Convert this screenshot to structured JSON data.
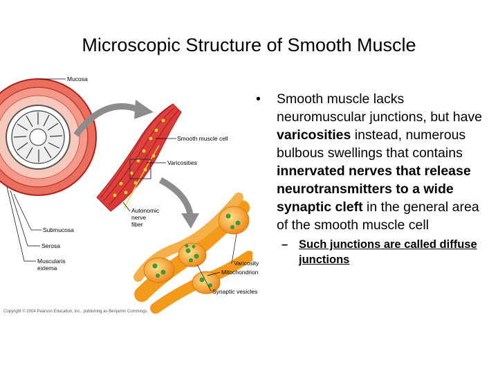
{
  "slide": {
    "title": "Microscopic Structure of Smooth Muscle"
  },
  "figure": {
    "labels": {
      "mucosa": "Mucosa",
      "smooth_muscle_cell": "Smooth muscle cell",
      "varicosities": "Varicosities",
      "autonomic_1": "Autonomic",
      "autonomic_2": "nerve",
      "autonomic_3": "fiber",
      "submucosa": "Submucosa",
      "serosa": "Serosa",
      "muscularis_1": "Muscularis",
      "muscularis_2": "externa",
      "varicosity": "Varicosity",
      "mitochondrion": "Mitochondrion",
      "synaptic_vesicles": "Synaptic vesicles"
    },
    "credit": "Copyright © 2004 Pearson Education, Inc., publishing as Benjamin Cummings.",
    "colors": {
      "muscle_red": "#d9222a",
      "muscle_pink": "#f07a7a",
      "muscle_orange": "#f5a623",
      "varicosity_green": "#3c9a3c",
      "arrow_gray": "#8c8c8c"
    }
  },
  "bullet": {
    "marker": "•",
    "t1": "Smooth muscle lacks neuromuscular junctions, but have ",
    "b1": "varicosities",
    "t2": " instead, numerous bulbous swellings that contains ",
    "b2": "innervated nerves that release neurotransmitters to a wide synaptic cleft",
    "t3": " in the general area of the smooth muscle cell"
  },
  "subbullet": {
    "marker": "–",
    "text": "Such junctions are called diffuse junctions"
  }
}
